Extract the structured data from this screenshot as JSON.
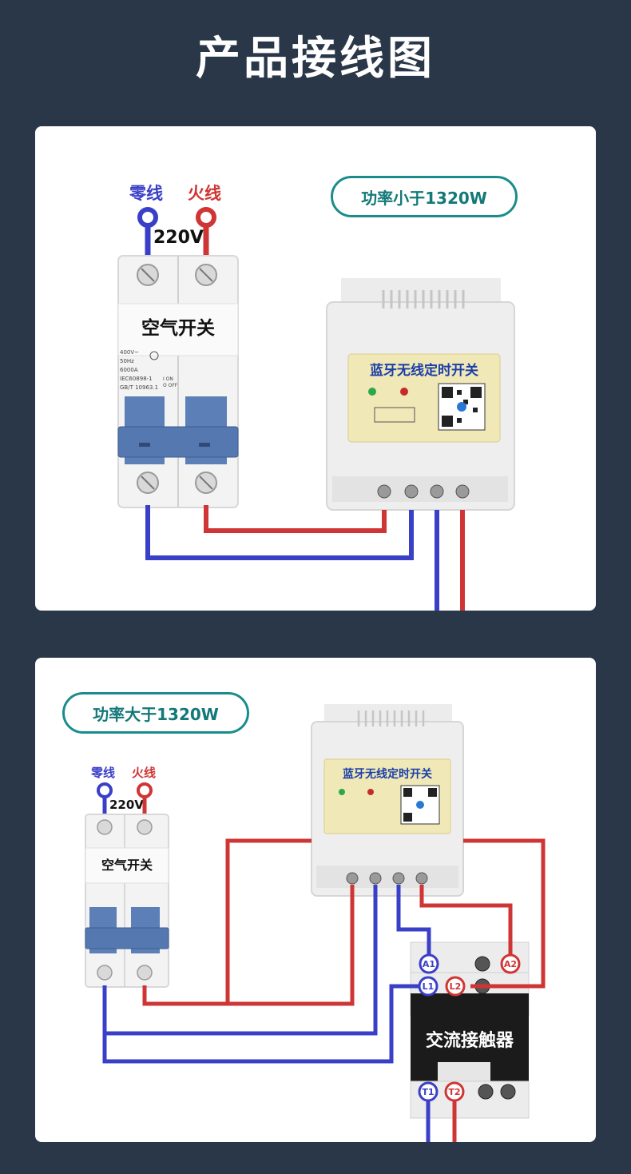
{
  "title": "产品接线图",
  "diagram1": {
    "power_badge": "功率小于1320W",
    "neutral_label": "零线",
    "live_label": "火线",
    "voltage": "220V",
    "breaker_name": "空气开关",
    "breaker_specs": [
      "400V~",
      "50Hz",
      "6000A",
      "IEC60898-1",
      "GB/T 10963.1"
    ],
    "breaker_onoff": [
      "I ON",
      "O OFF"
    ],
    "device_title": "蓝牙无线定时开关"
  },
  "diagram2": {
    "power_badge": "功率大于1320W",
    "neutral_label": "零线",
    "live_label": "火线",
    "voltage": "220V",
    "breaker_name": "空气开关",
    "device_title": "蓝牙无线定时开关",
    "contactor_name": "交流接触器",
    "contactor_terminals": [
      "A1",
      "A2",
      "L1",
      "L2",
      "T1",
      "T2"
    ]
  },
  "colors": {
    "neutral": "#3a3fc8",
    "live": "#d03535",
    "accent": "#1a8c8c",
    "background": "#2a3749"
  }
}
